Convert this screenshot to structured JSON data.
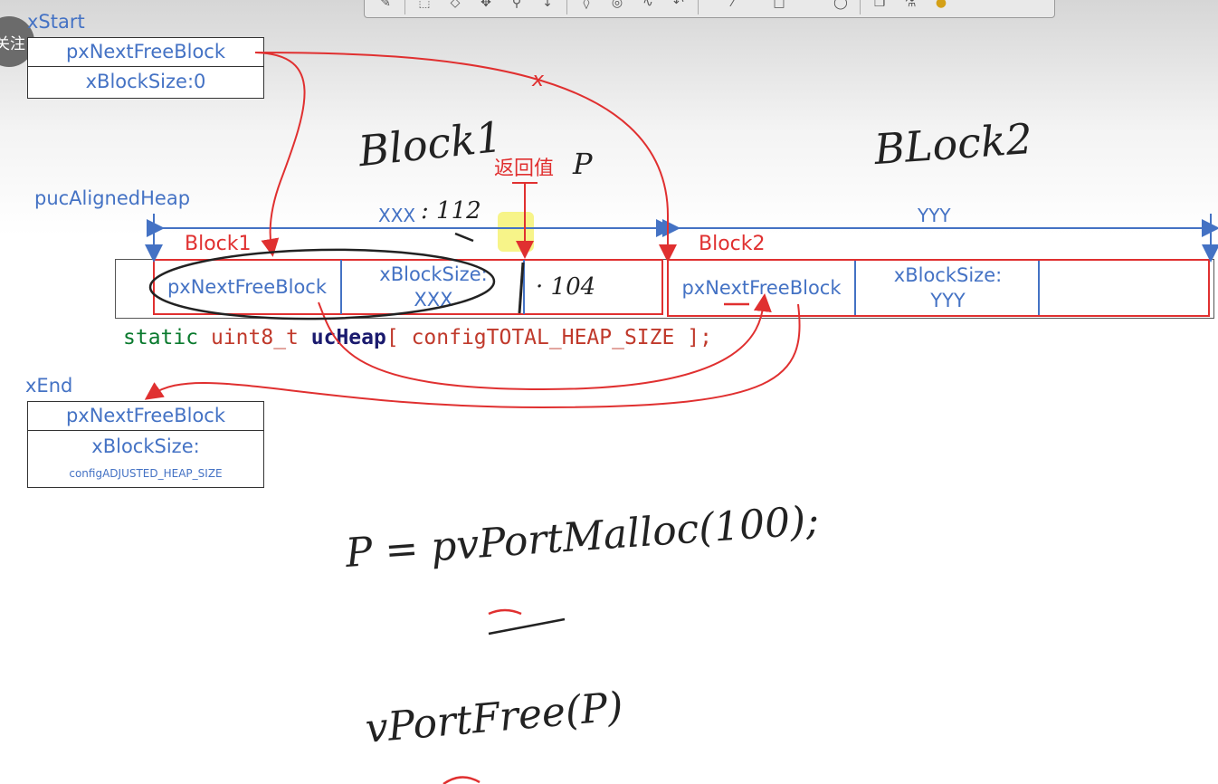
{
  "overlay": {
    "follow_button": "关注",
    "toolbar_icons": [
      "pen-icon",
      "select-icon",
      "eraser-icon",
      "cursor-icon",
      "zoom-icon",
      "arrow-icon",
      "shape-icon",
      "circle-icon",
      "text-icon",
      "undo-icon",
      "line-icon",
      "rect-icon",
      "color-icon"
    ]
  },
  "xstart": {
    "title": "xStart",
    "field1": "pxNextFreeBlock",
    "field2": "xBlockSize:0"
  },
  "heap": {
    "aligned_label": "pucAlignedHeap",
    "block1_label": "Block1",
    "block2_label": "Block2",
    "dim1": "XXX",
    "dim2": "YYY",
    "return_label": "返回值",
    "b1_next": "pxNextFreeBlock",
    "b1_size_l1": "xBlockSize:",
    "b1_size_l2": "XXX",
    "b2_next": "pxNextFreeBlock",
    "b2_size_l1": "xBlockSize:",
    "b2_size_l2": "YYY",
    "red_x": "x"
  },
  "code": {
    "kw": "static",
    "type": "uint8_t",
    "name": "ucHeap",
    "open": "[",
    "arg": "configTOTAL_HEAP_SIZE",
    "close": "];"
  },
  "xend": {
    "title": "xEnd",
    "field1": "pxNextFreeBlock",
    "field2": "xBlockSize:",
    "field3": "configADJUSTED_HEAP_SIZE"
  },
  "handwriting": {
    "block1": "Block1",
    "block2": "BLock2",
    "p": "P",
    "size_112": ": 112",
    "size_104": "· 104",
    "malloc_call": "P = pvPortMalloc(100);",
    "free_call": "vPortFree(P)"
  },
  "colors": {
    "blue": "#4472c4",
    "red": "#e03030",
    "dark": "#222222"
  }
}
